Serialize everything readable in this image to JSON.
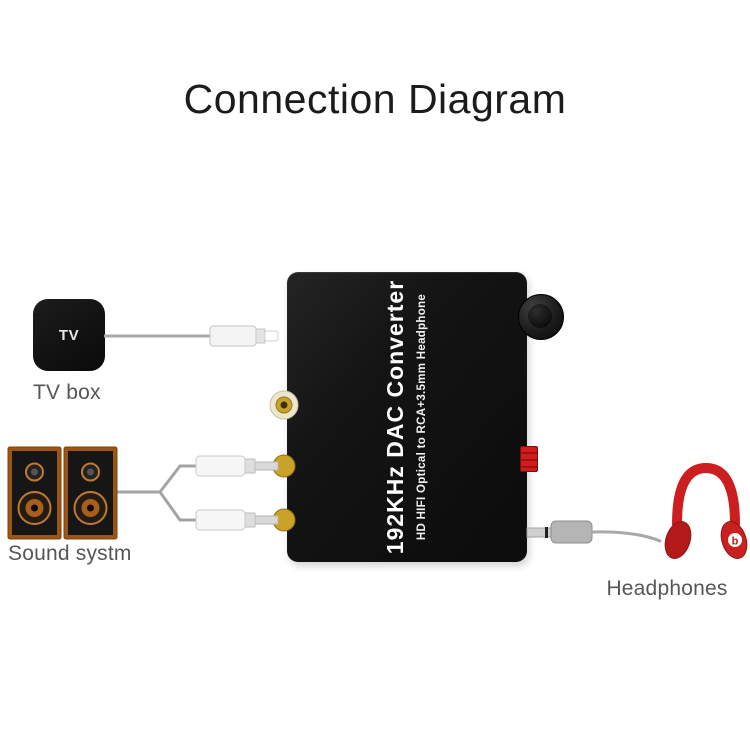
{
  "title": "Connection Diagram",
  "tv": {
    "icon_label": "TV",
    "label": "TV box"
  },
  "sound": {
    "label": "Sound systm"
  },
  "headphones": {
    "label": "Headphones",
    "logo": "b"
  },
  "converter": {
    "line1": "192KHz DAC Converter",
    "line2": "HD HIFI Optical to RCA+3.5mm Headphone"
  },
  "colors": {
    "device_black": "#141414",
    "accent_red": "#cc1e1e",
    "speaker_orange": "#a85f1d",
    "gold_jack": "#c9a227",
    "label_gray": "#565656",
    "cable_gray": "#a3a3a3",
    "background": "#ffffff"
  }
}
